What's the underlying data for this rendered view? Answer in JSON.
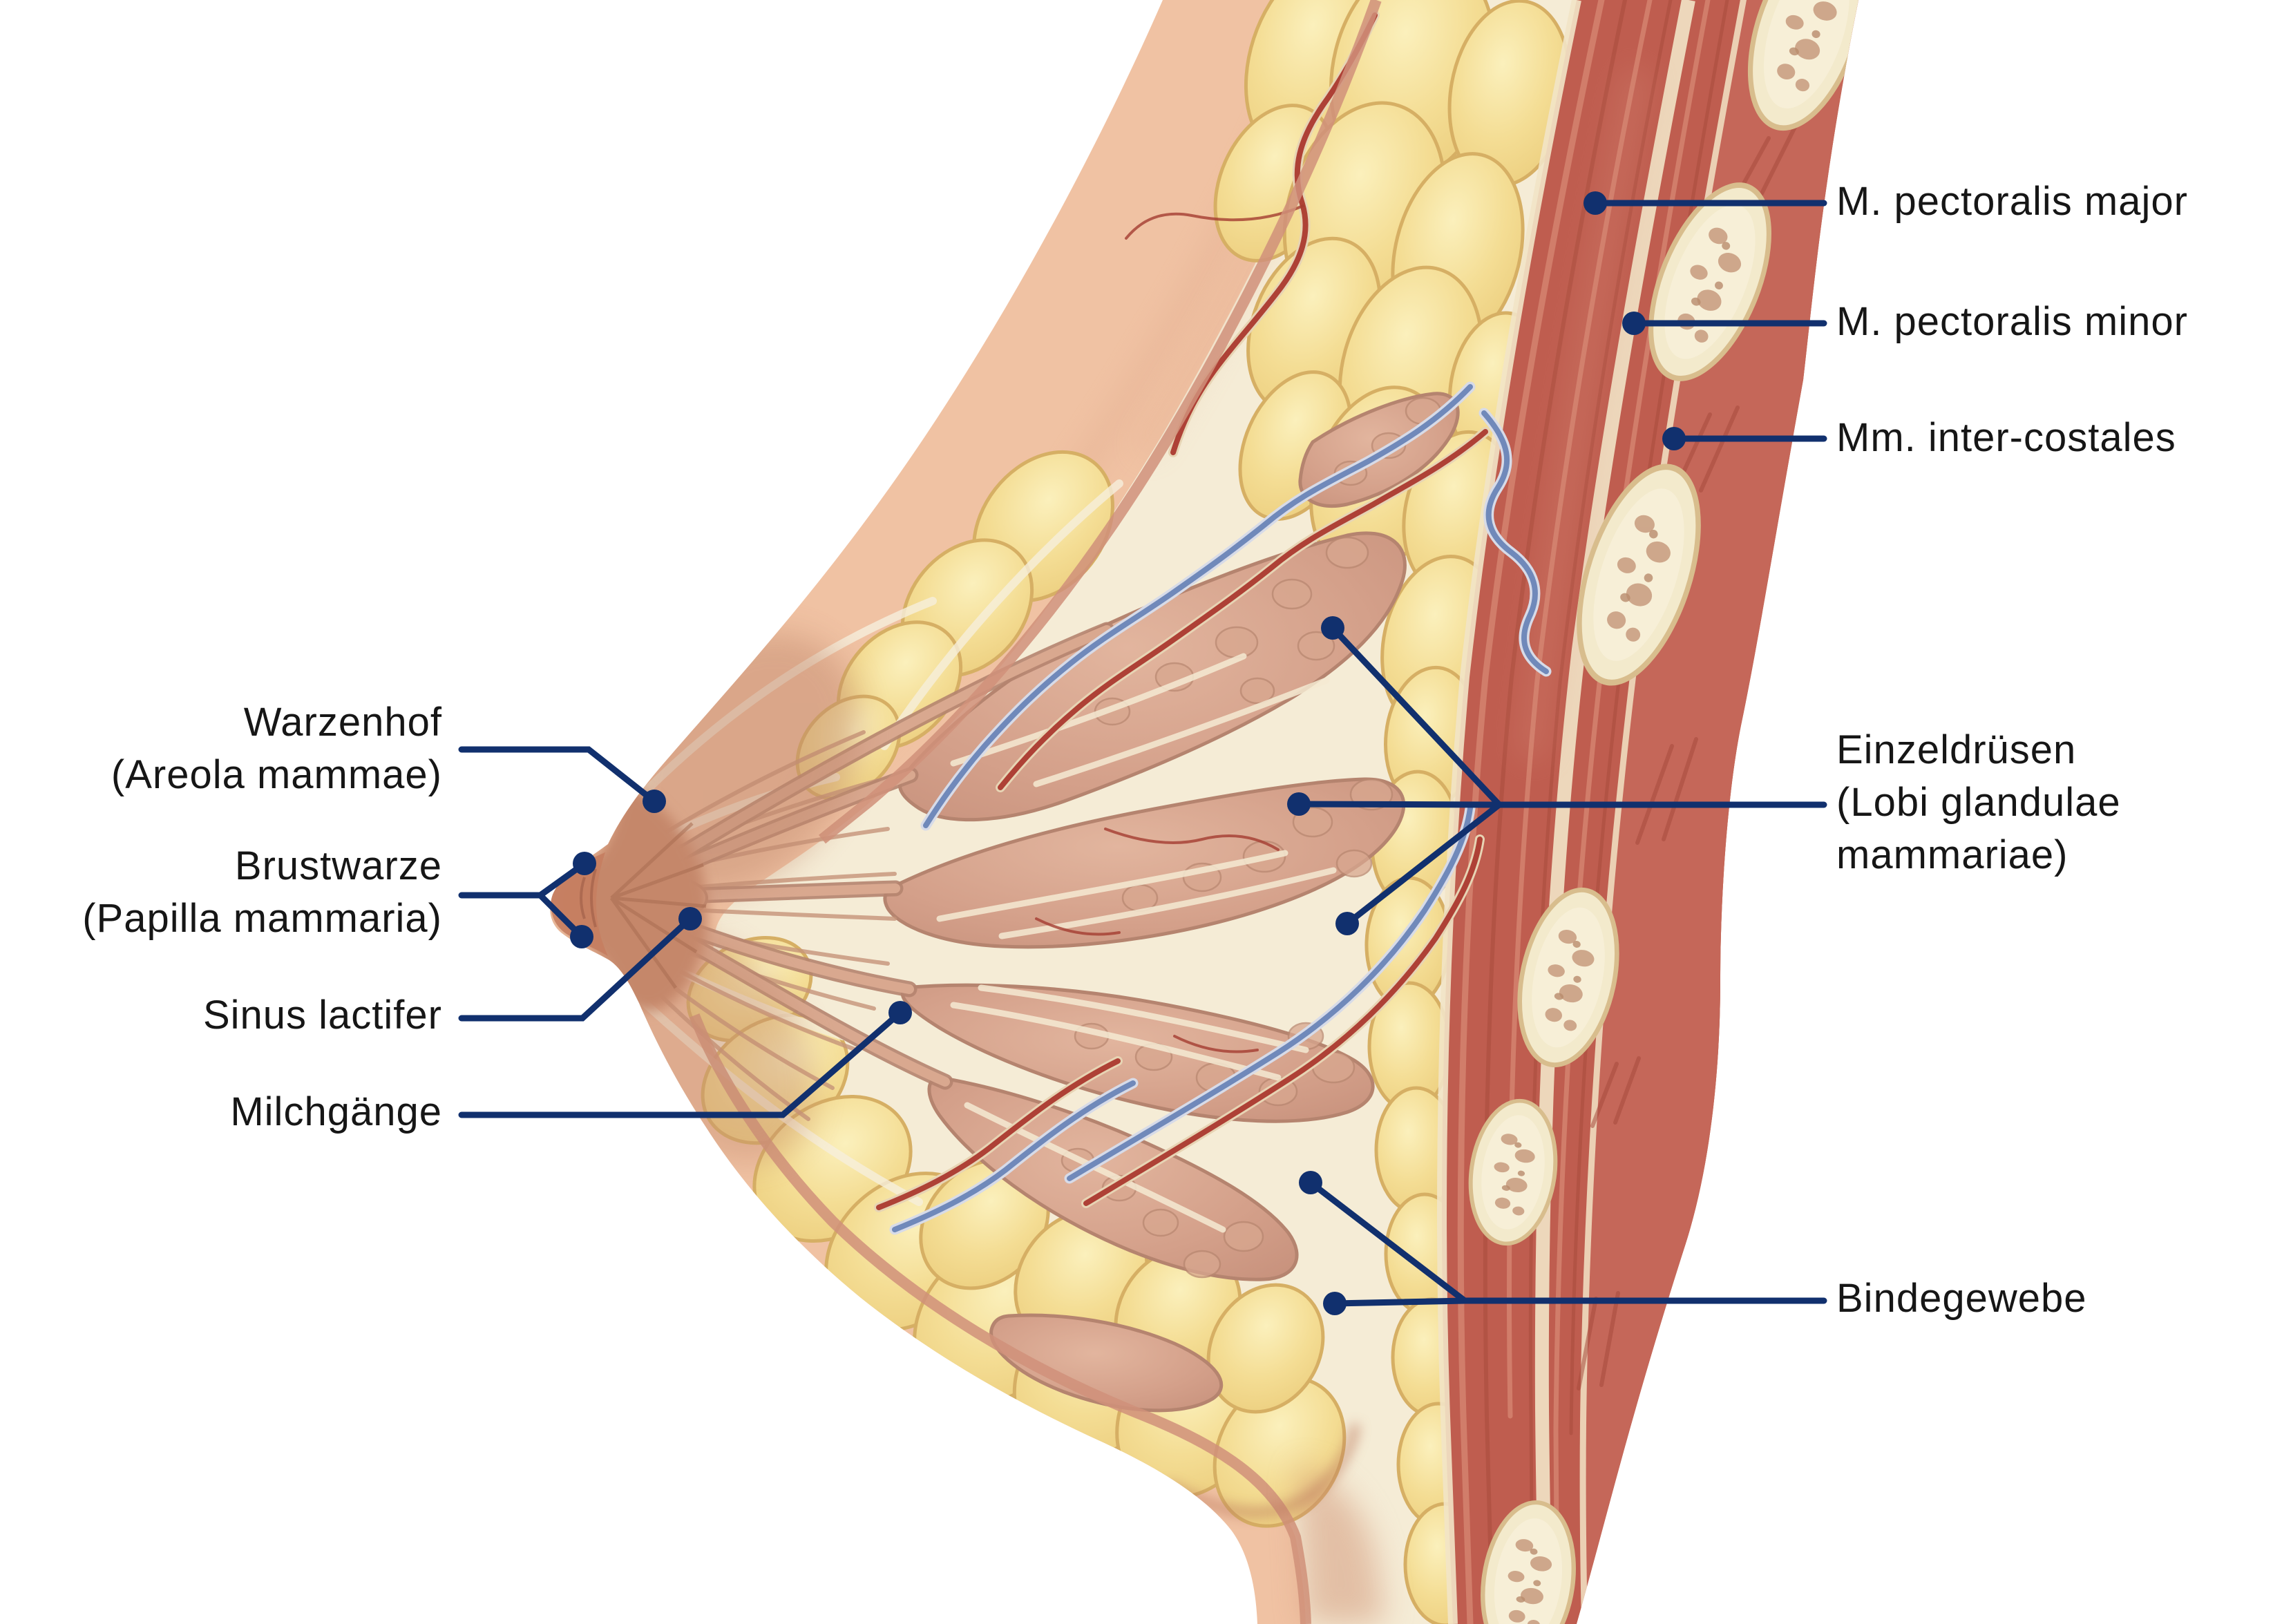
{
  "diagram": {
    "subject": "breast-sagittal-cross-section",
    "language": "de"
  },
  "labels": {
    "warzenhof": {
      "line1": "Warzenhof",
      "line2": "(Areola mammae)"
    },
    "brustwarze": {
      "line1": "Brustwarze",
      "line2": "(Papilla mammaria)"
    },
    "sinus_lactifer": {
      "line1": "Sinus lactifer"
    },
    "milchgaenge": {
      "line1": "Milchgänge"
    },
    "pectoralis_major": {
      "line1": "M. pectoralis major"
    },
    "pectoralis_minor": {
      "line1": "M. pectoralis minor"
    },
    "intercostales": {
      "line1": "Mm. inter-costales"
    },
    "einzeldruesen": {
      "line1": "Einzeldrüsen",
      "line2": "(Lobi glandulae",
      "line3": "mammariae)"
    },
    "bindegewebe": {
      "line1": "Bindegewebe"
    }
  },
  "colors": {
    "background": "#ffffff",
    "leader_line": "#11306e",
    "label_text": "#161616",
    "skin": "#f0c2a3",
    "skin_edge_line": "#d0917a",
    "fascia": "#f5ecd6",
    "fat": "#f2d98e",
    "fat_border": "#d6af64",
    "gland": "#cf9a84",
    "milk_duct": "#d9a88f",
    "muscle": "#bf5d4f",
    "muscle_highlight": "#d98b76",
    "rib_bone": "#f3eacc",
    "rib_border": "#d8bd8d",
    "artery": "#ae4136",
    "vein": "#7089ba"
  }
}
